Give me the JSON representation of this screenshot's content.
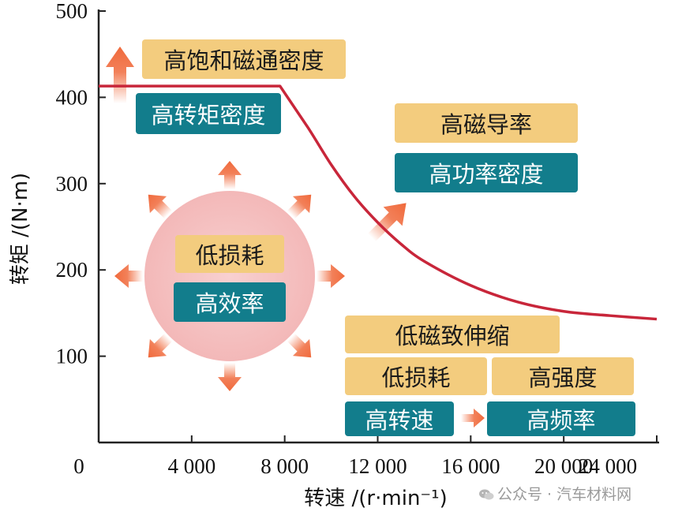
{
  "chart_data": {
    "type": "line",
    "title": "",
    "xlabel": "转速 /(r·min⁻¹)",
    "ylabel": "转矩 /(N·m)",
    "xlim": [
      0,
      24000
    ],
    "ylim": [
      0,
      500
    ],
    "x_ticks": [
      "0",
      "4 000",
      "8 000",
      "12 000",
      "16 000",
      "20 000",
      "24 000"
    ],
    "y_ticks": [
      "100",
      "200",
      "300",
      "400",
      "500"
    ],
    "series": [
      {
        "color": "#c8263a",
        "x": [
          0,
          7800,
          9000,
          10000,
          11000,
          12000,
          13000,
          14000,
          16000,
          18000,
          20000,
          22000,
          24000
        ],
        "y": [
          413,
          413,
          365,
          322,
          285,
          255,
          230,
          210,
          182,
          163,
          152,
          147,
          143
        ]
      }
    ],
    "annotations": [
      {
        "text": "高饱和磁通密度",
        "style": "gold"
      },
      {
        "text": "高转矩密度",
        "style": "teal"
      },
      {
        "text": "高磁导率",
        "style": "gold"
      },
      {
        "text": "高功率密度",
        "style": "teal"
      },
      {
        "text": "低损耗",
        "style": "gold"
      },
      {
        "text": "高效率",
        "style": "teal"
      },
      {
        "text": "低磁致伸缩",
        "style": "gold"
      },
      {
        "text": "低损耗",
        "style": "gold"
      },
      {
        "text": "高强度",
        "style": "gold"
      },
      {
        "text": "高转速",
        "style": "teal"
      },
      {
        "text": "高频率",
        "style": "teal"
      }
    ]
  },
  "colors": {
    "curve": "#c8263a",
    "gold_box": "#f3cc7e",
    "teal_box": "#127d8c",
    "arrow": "#f06a3c",
    "circle": "#f6c4c4"
  },
  "watermark": {
    "icon": "wechat-icon",
    "text": "公众号 · 汽车材料网"
  }
}
